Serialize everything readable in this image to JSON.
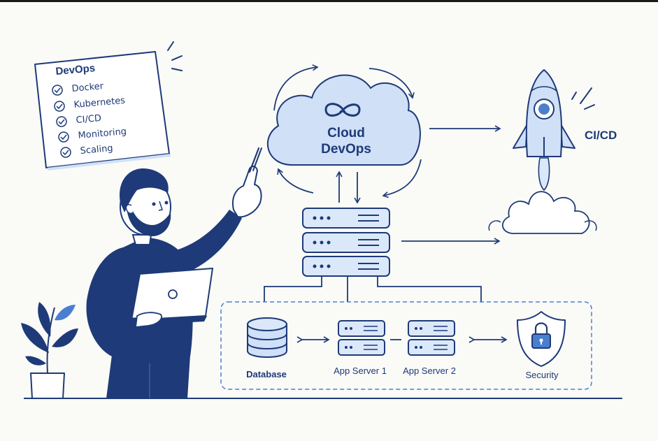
{
  "checklist": {
    "title": "DevOps",
    "items": [
      "Docker",
      "Kubernetes",
      "CI/CD",
      "Monitoring",
      "Scaling"
    ]
  },
  "cloud": {
    "line1": "Cloud",
    "line2": "DevOps"
  },
  "rocket": {
    "label": "CI/CD"
  },
  "infrastructure": {
    "database": "Database",
    "app_server_1": "App Server 1",
    "app_server_2": "App Server 2",
    "security": "Security"
  },
  "colors": {
    "navy": "#1e3a78",
    "light_blue": "#cfe0f7",
    "accent_blue": "#4a7fd0",
    "background": "#fafaf7"
  }
}
